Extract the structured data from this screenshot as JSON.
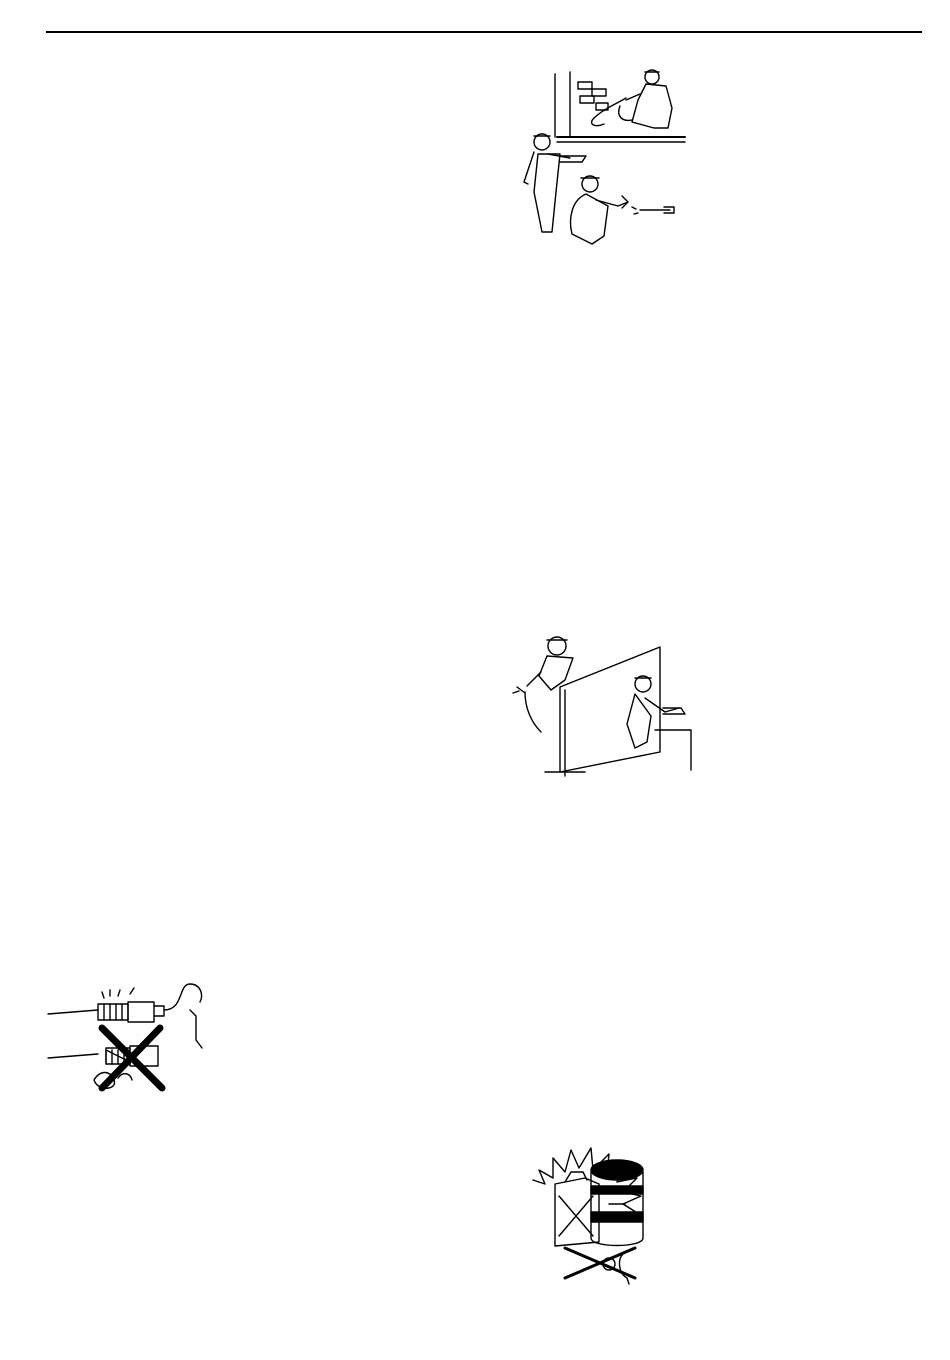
{
  "page": {
    "header_rule": true,
    "figures": [
      {
        "id": "fig-flying-parts-hazard",
        "icon": "workers-struck-by-flying-insert-tool"
      },
      {
        "id": "fig-protective-screen",
        "icon": "workers-separated-by-protective-screen"
      },
      {
        "id": "fig-retainer-required",
        "icon": "chipping-hammer-with-and-without-retainer"
      },
      {
        "id": "fig-explosive-atmosphere",
        "icon": "fuel-containers-no-sparks"
      }
    ]
  }
}
